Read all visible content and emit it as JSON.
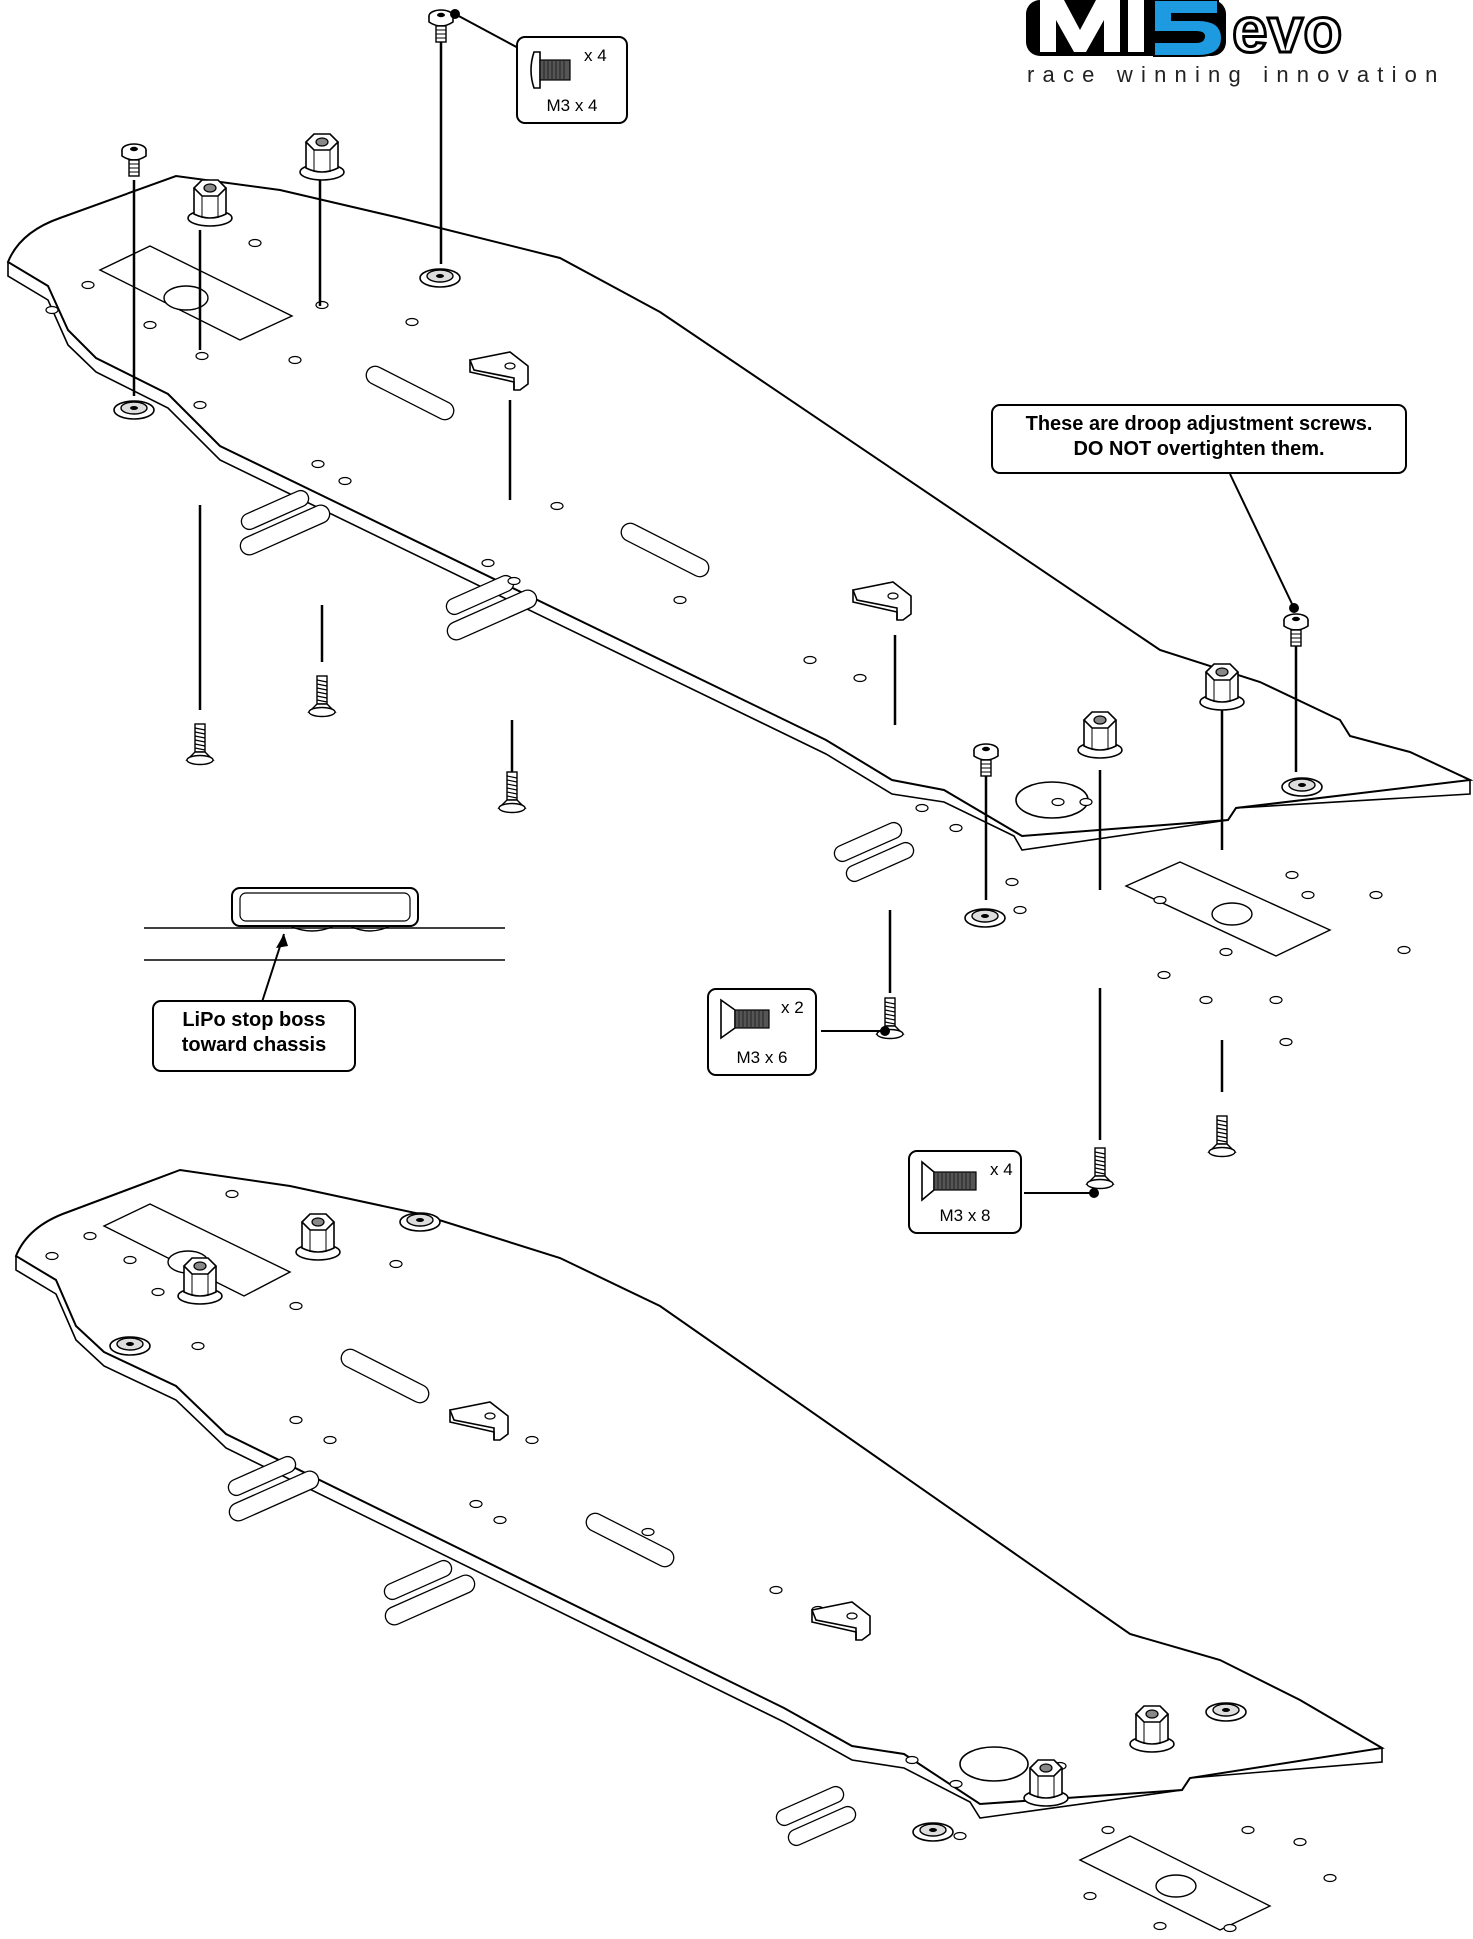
{
  "logo": {
    "brand_mark": "MI5",
    "brand_suffix": "evo",
    "tagline": "race winning innovation",
    "accent_color": "#1e9be0"
  },
  "callouts": {
    "droop_note": {
      "line1": "These are droop adjustment screws.",
      "line2": "DO NOT overtighten them."
    },
    "lipo_note": {
      "line1": "LiPo stop boss",
      "line2": "toward chassis"
    }
  },
  "screw_callouts": [
    {
      "type": "button-head-screw",
      "count": "x 4",
      "size": "M3 x 4"
    },
    {
      "type": "countersunk-screw",
      "count": "x 2",
      "size": "M3 x 6"
    },
    {
      "type": "countersunk-screw",
      "count": "x 4",
      "size": "M3 x 8"
    }
  ]
}
